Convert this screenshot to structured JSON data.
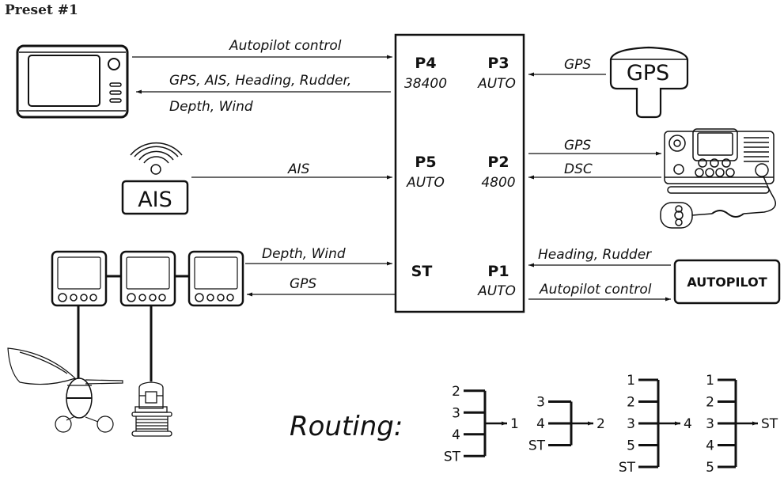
{
  "title": "Preset #1",
  "multiplexer": {
    "ports": [
      {
        "id": "P4",
        "setting": "38400"
      },
      {
        "id": "P3",
        "setting": "AUTO"
      },
      {
        "id": "P5",
        "setting": "AUTO"
      },
      {
        "id": "P2",
        "setting": "4800"
      },
      {
        "id": "ST",
        "setting": ""
      },
      {
        "id": "P1",
        "setting": "AUTO"
      }
    ]
  },
  "devices": {
    "gps": "GPS",
    "ais": "AIS",
    "autopilot": "AUTOPILOT"
  },
  "connections": {
    "plotter_in": "Autopilot control",
    "plotter_out_1": "GPS, AIS, Heading, Rudder,",
    "plotter_out_2": "Depth, Wind",
    "gps": "GPS",
    "ais": "AIS",
    "vhf_out": "GPS",
    "vhf_in": "DSC",
    "st_in": "Depth, Wind",
    "st_out": "GPS",
    "ap_in": "Heading, Rudder",
    "ap_out": "Autopilot control"
  },
  "routing": {
    "title": "Routing:",
    "groups": [
      {
        "inputs": [
          "2",
          "3",
          "4",
          "ST"
        ],
        "output": "1"
      },
      {
        "inputs": [
          "3",
          "4",
          "ST"
        ],
        "output": "2"
      },
      {
        "inputs": [
          "1",
          "2",
          "3",
          "5",
          "ST"
        ],
        "output": "4"
      },
      {
        "inputs": [
          "1",
          "2",
          "3",
          "4",
          "5"
        ],
        "output": "ST"
      }
    ]
  }
}
